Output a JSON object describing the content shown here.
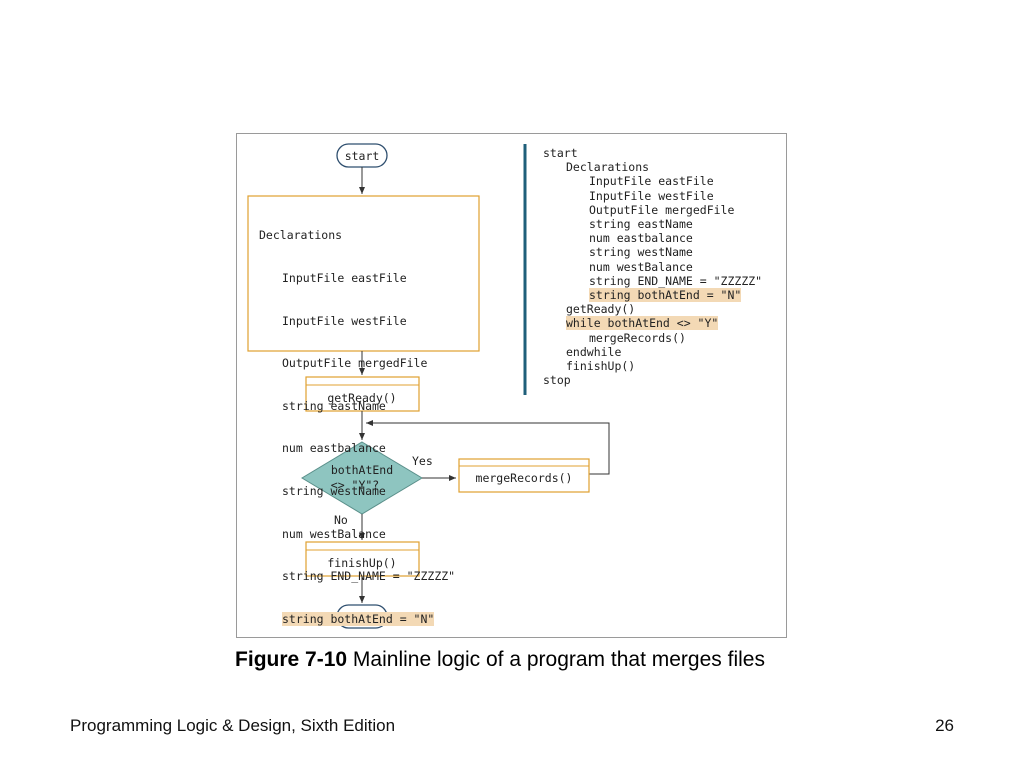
{
  "flowchart": {
    "start": "start",
    "stop": "stop",
    "declarations": {
      "title": "Declarations",
      "lines": [
        "InputFile eastFile",
        "InputFile westFile",
        "OutputFile mergedFile",
        "string eastName",
        "num eastbalance",
        "string westName",
        "num westBalance",
        "string END_NAME = \"ZZZZZ\"",
        "string bothAtEnd = \"N\""
      ]
    },
    "get_ready": "getReady()",
    "decision_line1": "bothAtEnd",
    "decision_line2": "<> \"Y\"?",
    "yes_label": "Yes",
    "no_label": "No",
    "merge_records": "mergeRecords()",
    "finish_up": "finishUp()"
  },
  "pseudocode": {
    "lines": [
      {
        "text": "start",
        "indent": 0,
        "highlight": false
      },
      {
        "text": "Declarations",
        "indent": 1,
        "highlight": false
      },
      {
        "text": "InputFile eastFile",
        "indent": 2,
        "highlight": false
      },
      {
        "text": "InputFile westFile",
        "indent": 2,
        "highlight": false
      },
      {
        "text": "OutputFile mergedFile",
        "indent": 2,
        "highlight": false
      },
      {
        "text": "string eastName",
        "indent": 2,
        "highlight": false
      },
      {
        "text": "num eastbalance",
        "indent": 2,
        "highlight": false
      },
      {
        "text": "string westName",
        "indent": 2,
        "highlight": false
      },
      {
        "text": "num westBalance",
        "indent": 2,
        "highlight": false
      },
      {
        "text": "string END_NAME = \"ZZZZZ\"",
        "indent": 2,
        "highlight": false
      },
      {
        "text": "string bothAtEnd = \"N\"",
        "indent": 2,
        "highlight": true
      },
      {
        "text": "getReady()",
        "indent": 1,
        "highlight": false
      },
      {
        "text": "while bothAtEnd <> \"Y\"",
        "indent": 1,
        "highlight": true
      },
      {
        "text": "mergeRecords()",
        "indent": 2,
        "highlight": false
      },
      {
        "text": "endwhile",
        "indent": 1,
        "highlight": false
      },
      {
        "text": "finishUp()",
        "indent": 1,
        "highlight": false
      },
      {
        "text": "stop",
        "indent": 0,
        "highlight": false
      }
    ]
  },
  "caption": {
    "label": "Figure 7-10",
    "text": " Mainline logic of a program that merges files"
  },
  "footer": {
    "book": "Programming Logic & Design, Sixth Edition",
    "page": "26"
  },
  "colors": {
    "process_border": "#e0a030",
    "decision_fill": "#8ec5c0",
    "terminal_border": "#2f4f6f",
    "highlight": "#f3d9b5",
    "divider": "#1f5f7a"
  }
}
